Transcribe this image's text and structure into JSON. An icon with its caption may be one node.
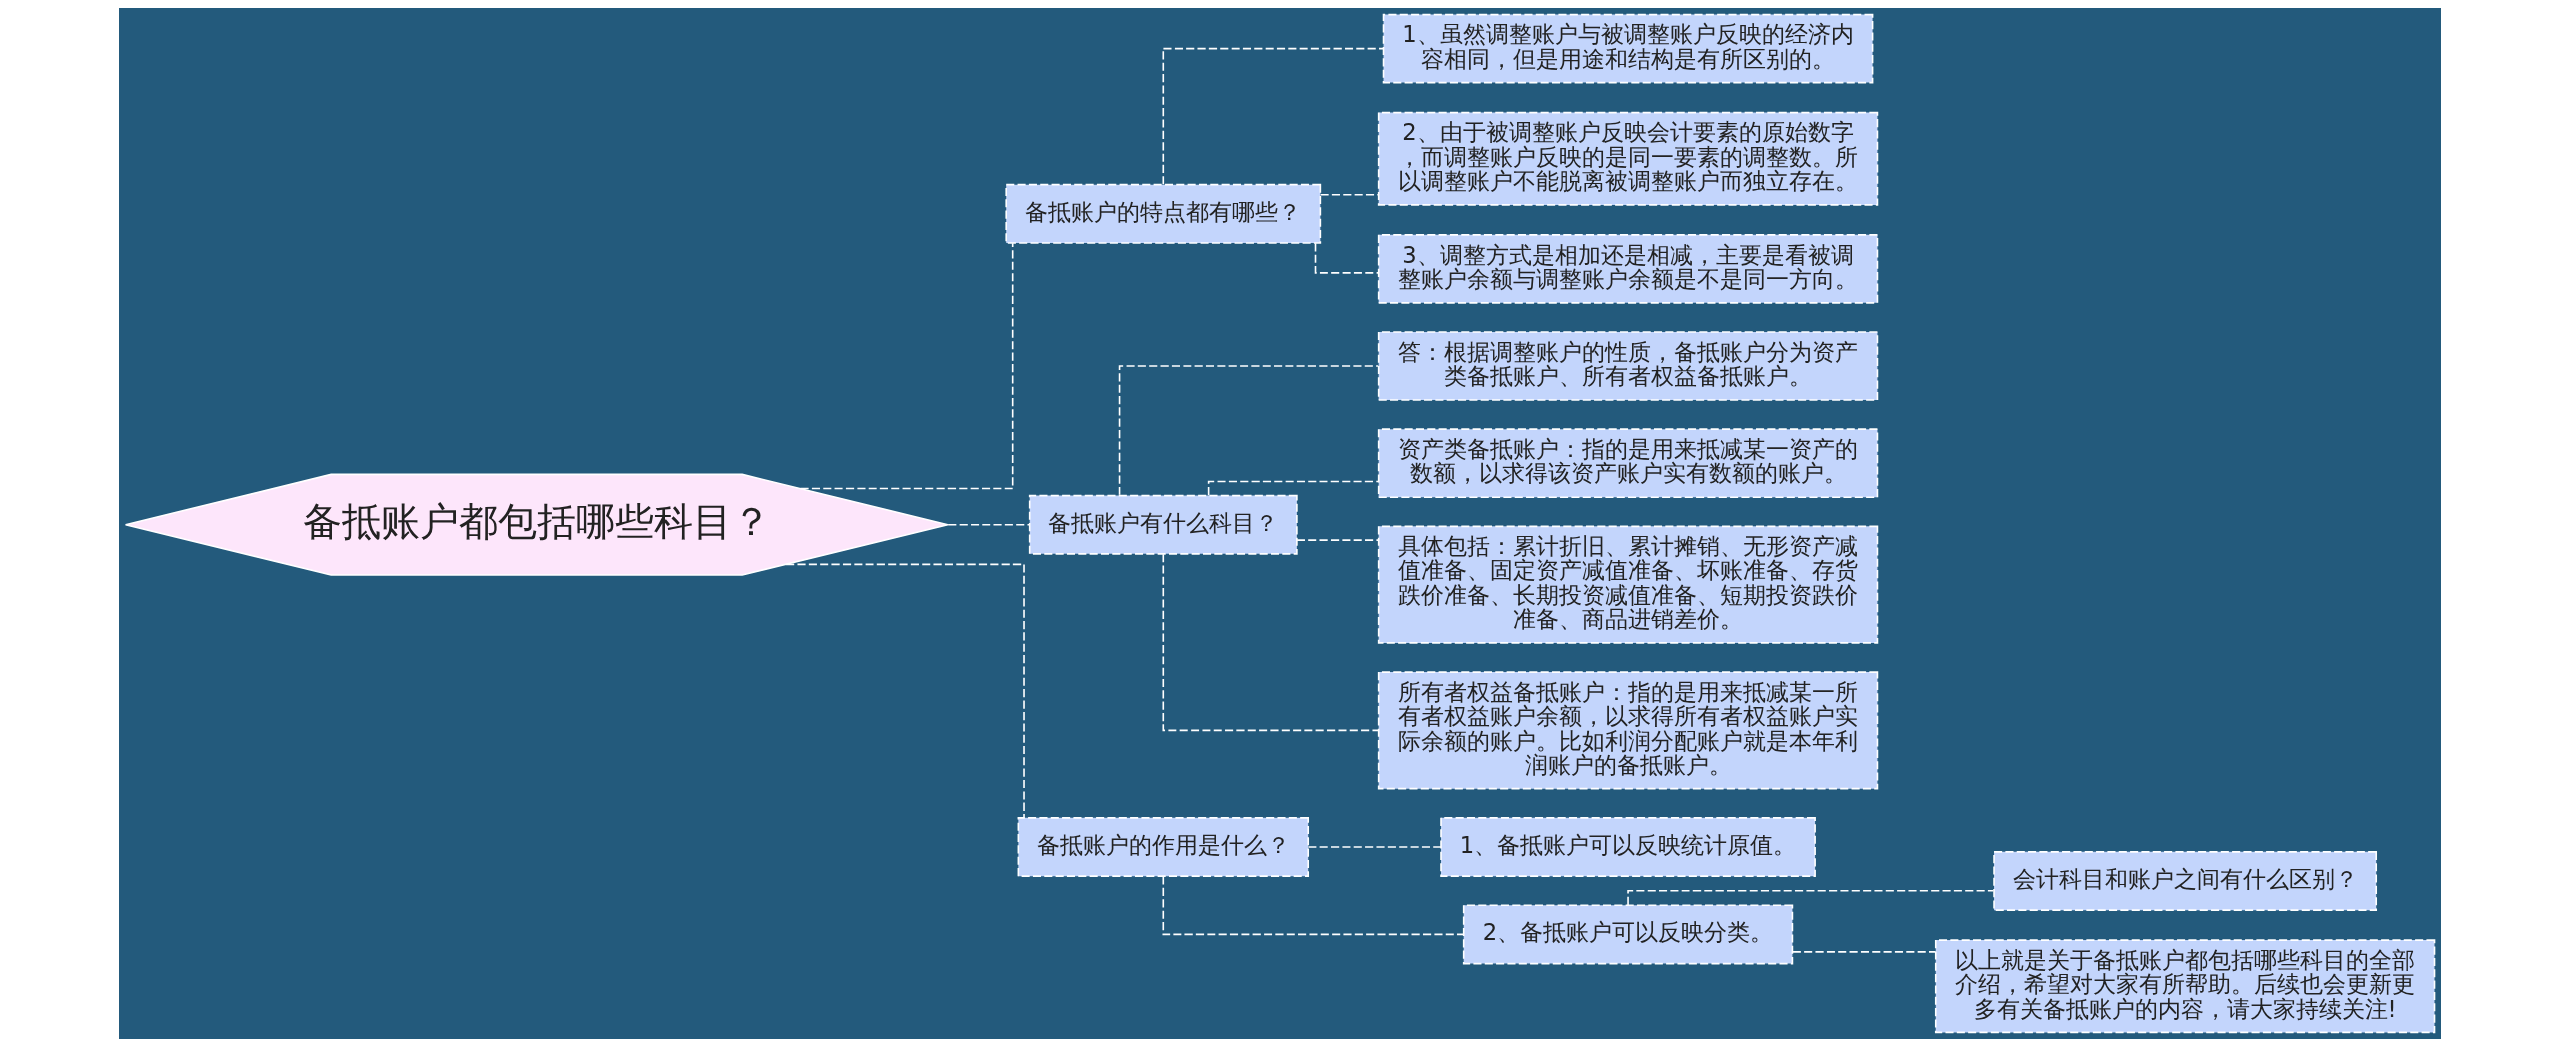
{
  "diagram": {
    "nodes": [
      {
        "text": [
          "备抵账户都包括哪些科目？"
        ]
      },
      {
        "text": [
          "备抵账户的特点都有哪些？"
        ]
      },
      {
        "text": [
          "1、虽然调整账户与被调整账户反映的经济内容相同，但是用途和结构是有所区别的。"
        ]
      },
      {
        "text": [
          "2、由于被调整账户反映会计要素的原始数字，而调整账户反映的是同一要素的调整数。所以调整账户不能脱离被调整账户而独立存在。"
        ]
      },
      {
        "text": [
          "3、调整方式是相加还是相减，主要是看被调整账户余额与调整账户余额是不是同一方向。"
        ]
      },
      {
        "text": [
          "备抵账户有什么科目？"
        ]
      },
      {
        "text": [
          "答：根据调整账户的性质，备抵账户分为资产类备抵账户、所有者权益备抵账户。"
        ]
      },
      {
        "text": [
          "资产类备抵账户：指的是用来抵减某一资产的数额，以求得该资产账户实有数额的账户。"
        ]
      },
      {
        "text": [
          "具体包括：累计折旧、累计摊销、无形资产减值准备、固定资产减值准备、坏账准备、存货跌价准备、长期投资减值准备、短期投资跌价准备、商品进销差价。"
        ]
      },
      {
        "text": [
          "所有者权益备抵账户：指的是用来抵减某一所有者权益账户余额，以求得所有者权益账户实际余额的账户。比如利润分配账户就是本年利润账户的备抵账户。"
        ]
      },
      {
        "text": [
          "备抵账户的作用是什么？"
        ]
      },
      {
        "text": [
          "1、备抵账户可以反映统计原值。"
        ]
      },
      {
        "text": [
          "2、备抵账户可以反映分类。"
        ]
      },
      {
        "text": [
          "会计科目和账户之间有什么区别？"
        ]
      },
      {
        "text": [
          "以上就是关于备抵账户都包括哪些科目的全部介绍，希望对大家有所帮助。后续也会更新更多有关备抵账户的内容，请大家持续关注!"
        ]
      }
    ],
    "edges": [
      {
        "from": 0,
        "to": 1,
        "arrow": "none",
        "style": "dashed"
      },
      {
        "from": 1,
        "to": 2,
        "arrow": "none",
        "style": "dashed"
      },
      {
        "from": 1,
        "to": 3,
        "arrow": "none",
        "style": "dashed"
      },
      {
        "from": 1,
        "to": 4,
        "arrow": "none",
        "style": "dashed"
      },
      {
        "from": 0,
        "to": 5,
        "arrow": "none",
        "style": "dashed"
      },
      {
        "from": 5,
        "to": 6,
        "arrow": "none",
        "style": "dashed"
      },
      {
        "from": 5,
        "to": 7,
        "arrow": "none",
        "style": "dashed"
      },
      {
        "from": 5,
        "to": 8,
        "arrow": "none",
        "style": "dashed"
      },
      {
        "from": 5,
        "to": 9,
        "arrow": "none",
        "style": "dashed"
      },
      {
        "from": 0,
        "to": 10,
        "arrow": "none",
        "style": "dashed"
      },
      {
        "from": 10,
        "to": 11,
        "arrow": "none",
        "style": "dashed"
      },
      {
        "from": 10,
        "to": 12,
        "arrow": "none",
        "style": "dashed"
      },
      {
        "from": 12,
        "to": 13,
        "arrow": "none",
        "style": "dashed"
      },
      {
        "from": 12,
        "to": 14,
        "arrow": "none",
        "style": "dashed"
      }
    ]
  }
}
